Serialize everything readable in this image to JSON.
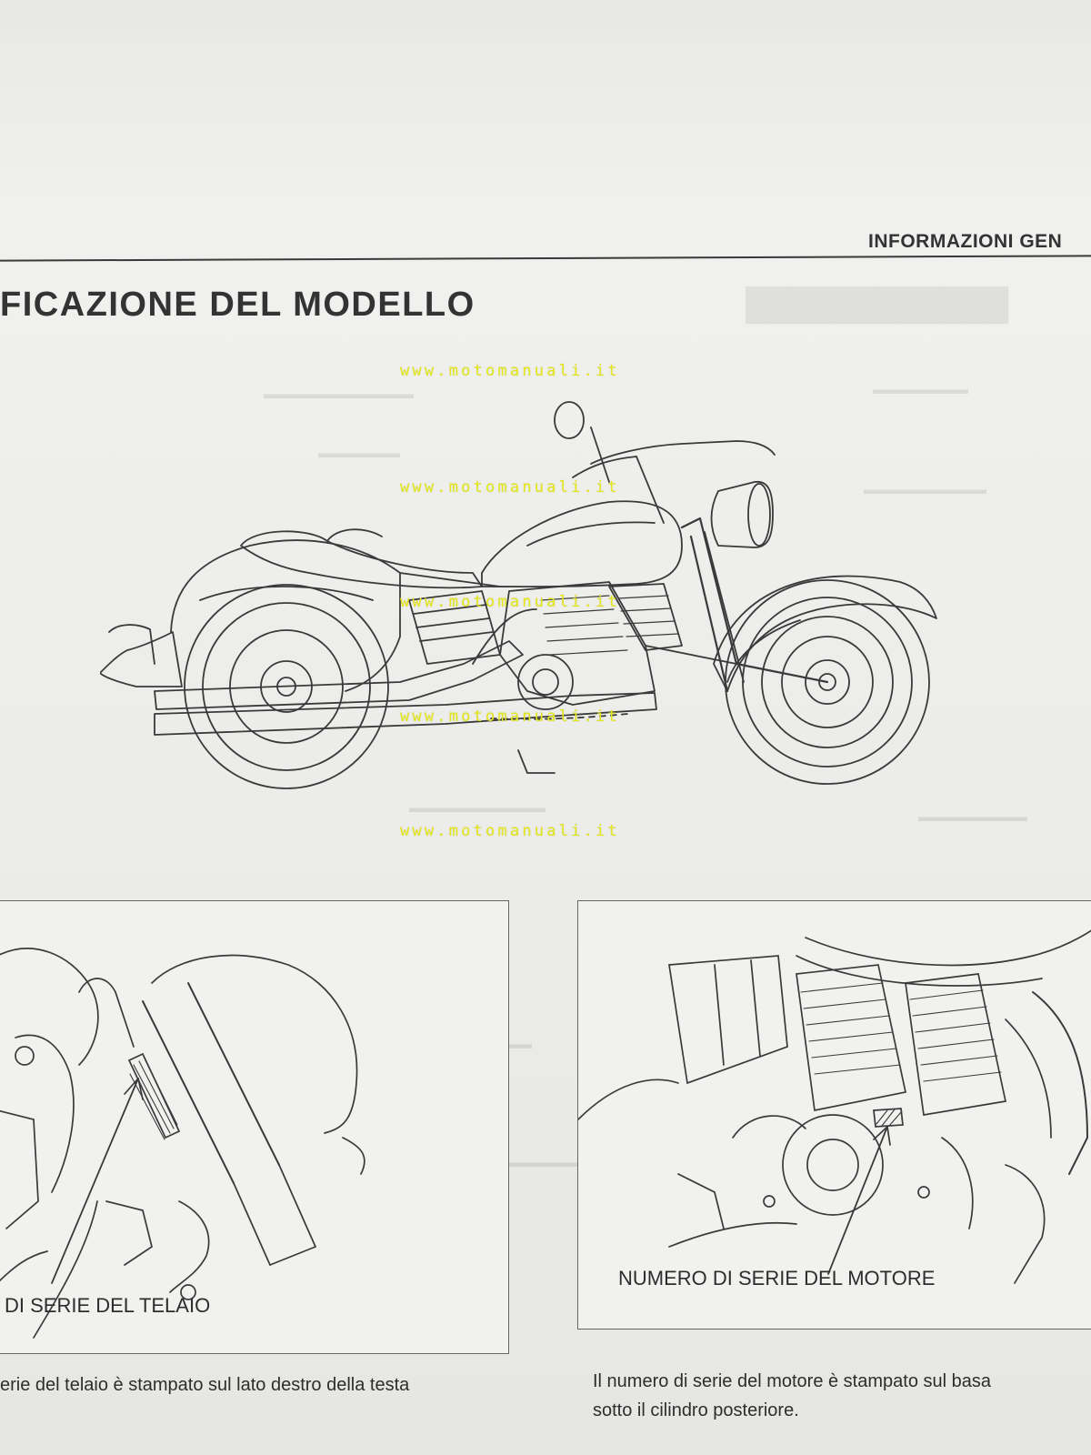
{
  "section_header": "INFORMAZIONI GEN",
  "title": "FICAZIONE DEL MODELLO",
  "watermark": "www.motomanuali.it",
  "left_panel_label": "DI SERIE DEL TELAIO",
  "right_panel_label": "NUMERO DI SERIE DEL MOTORE",
  "left_caption": "erie del telaio è stampato sul lato destro della testa",
  "right_caption_line1": "Il numero di serie del motore è stampato sul basa",
  "right_caption_line2": "sotto il cilindro posteriore."
}
